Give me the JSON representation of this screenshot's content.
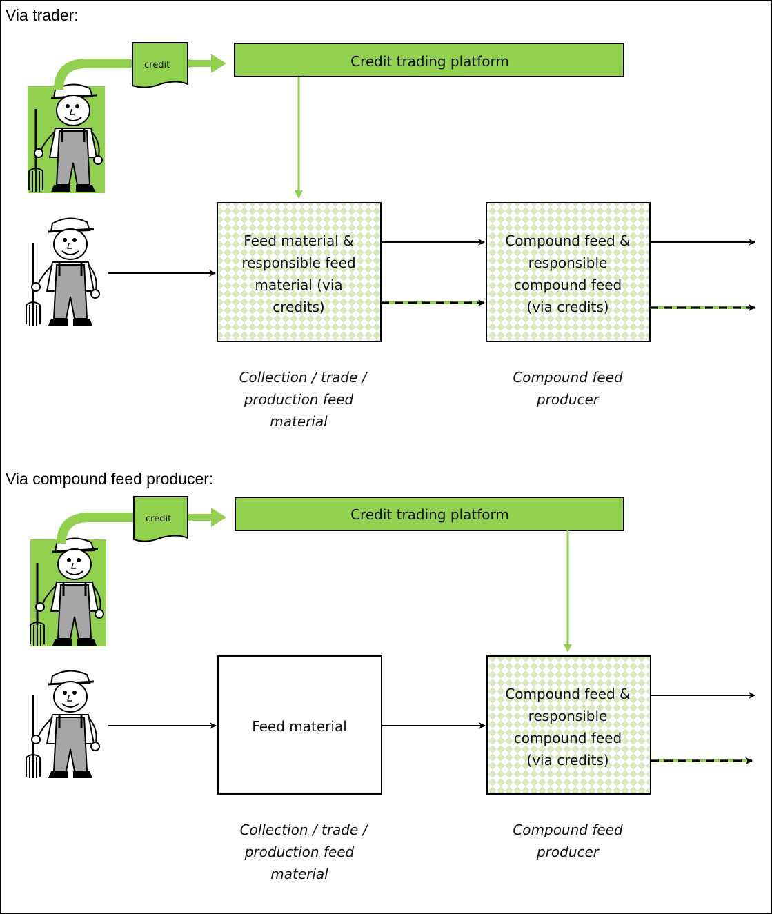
{
  "sections": [
    {
      "title": "Via trader:",
      "credit_label": "credit",
      "platform_label": "Credit trading platform",
      "box1_lines": [
        "Feed material &",
        "responsible feed",
        "material (via",
        "credits)"
      ],
      "box2_lines": [
        "Compound feed &",
        "responsible",
        "compound feed",
        "(via credits)"
      ],
      "caption1_lines": [
        "Collection / trade /",
        "production feed",
        "material"
      ],
      "caption2_lines": [
        "Compound feed",
        "producer"
      ]
    },
    {
      "title": "Via compound feed producer:",
      "credit_label": "credit",
      "platform_label": "Credit trading platform",
      "box1_lines": [
        "Feed material"
      ],
      "box2_lines": [
        "Compound feed &",
        "responsible",
        "compound feed",
        "(via credits)"
      ],
      "caption1_lines": [
        "Collection / trade /",
        "production feed",
        "material"
      ],
      "caption2_lines": [
        "Compound feed",
        "producer"
      ]
    }
  ],
  "colors": {
    "green": "#92d050",
    "dark": "#000000",
    "pattern": "#d7e8c0"
  }
}
